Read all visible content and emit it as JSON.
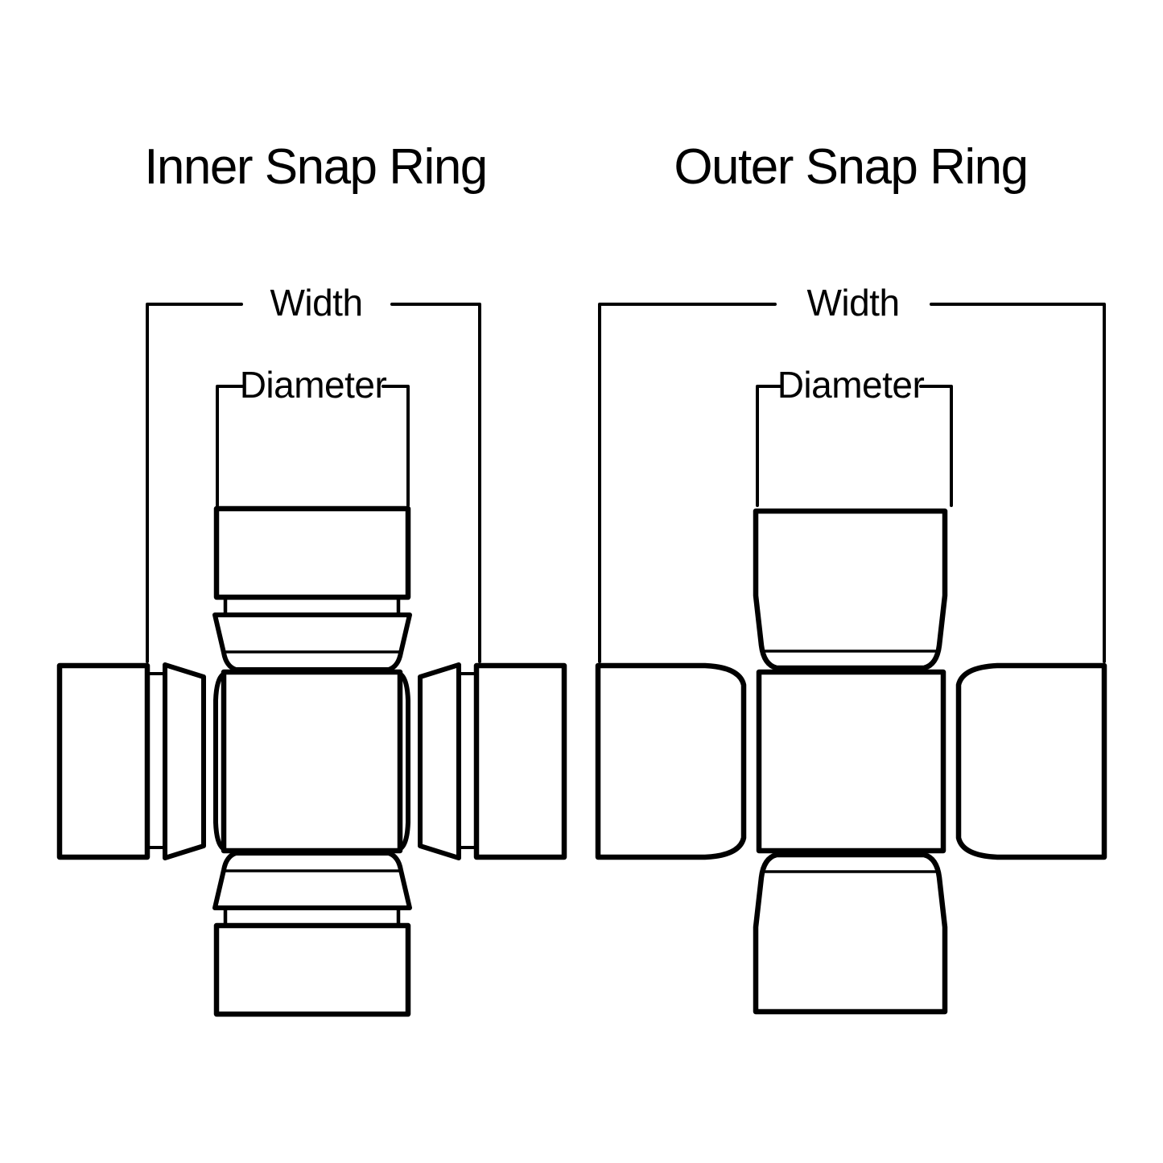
{
  "page": {
    "background": "#ffffff",
    "ink": "#000000"
  },
  "diagrams": [
    {
      "title": "Inner Snap Ring",
      "labels": {
        "width": "Width",
        "diameter": "Diameter"
      }
    },
    {
      "title": "Outer Snap Ring",
      "labels": {
        "width": "Width",
        "diameter": "Diameter"
      }
    }
  ]
}
